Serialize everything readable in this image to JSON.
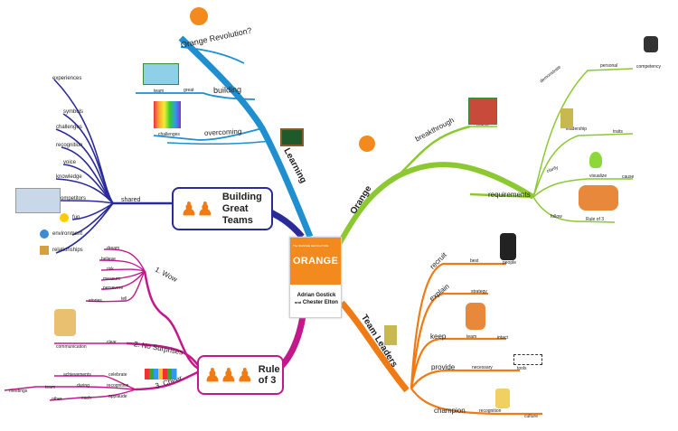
{
  "center": {
    "title": "ORANGE",
    "subtitle": "The ORANGE REVOLUTION",
    "authors": [
      "Adrian Gostick",
      "Chester Elton"
    ],
    "and": "and"
  },
  "branches": {
    "learning": {
      "label": "Learning",
      "color": "#1f8fd0",
      "items": [
        "Orange Revolution?",
        "building",
        "overcoming"
      ],
      "building_sub": [
        "team",
        "great"
      ],
      "overcoming_sub": [
        "challenges"
      ]
    },
    "building": {
      "label_line1": "Building",
      "label_line2": "Great Teams",
      "color": "#2a2a9a",
      "shared": "shared",
      "items": [
        "experiences",
        "symbols",
        "challenges",
        "recognition",
        "voice",
        "knowledge",
        "competitors",
        "fun",
        "environment",
        "relationships"
      ]
    },
    "rule3": {
      "label": "Rule of 3",
      "color": "#c2188a",
      "wow": "1. Wow",
      "wow_items": [
        "dream",
        "believe",
        "risk",
        "measure",
        "persevere",
        "tell",
        "stories"
      ],
      "nosurprises": "2. No Surprises",
      "nosurprises_items": [
        "communication",
        "clear"
      ],
      "cheer": "3. Cheer",
      "cheer_items": [
        "celebrate",
        "achievements",
        "recognition",
        "during",
        "team",
        "meetings",
        "applaude",
        "each",
        "other"
      ]
    },
    "orange": {
      "label": "Orange",
      "color": "#8cc832",
      "breakthrough": "breakthrough",
      "breakthrough_items": [
        "teams"
      ],
      "requirements": "requirements",
      "req_items": [
        "demonstrate",
        "personal",
        "competency",
        "leadership",
        "traits",
        "clarify",
        "visualize",
        "cause",
        "follow",
        "Rule of 3"
      ]
    },
    "teamleaders": {
      "label": "Team Leaders",
      "color": "#f07a14",
      "items": [
        "recruit",
        "explain",
        "keep",
        "provide",
        "champion"
      ],
      "sub": [
        "best",
        "people",
        "strategy",
        "team",
        "intact",
        "necessary",
        "tools",
        "recognition",
        "culture"
      ]
    }
  }
}
